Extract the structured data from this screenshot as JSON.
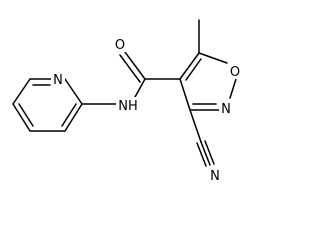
{
  "molecule": {
    "atoms": {
      "carbonyl_oxygen": "O",
      "methyl": "",
      "ring_oxygen": "O",
      "ring_nitrogen": "N",
      "amide_nh": "NH",
      "pyridine_nitrogen": "N",
      "nitrile_nitrogen": "N"
    }
  },
  "colors": {
    "bond": "#000000",
    "label": "#000000",
    "background": "#ffffff"
  }
}
